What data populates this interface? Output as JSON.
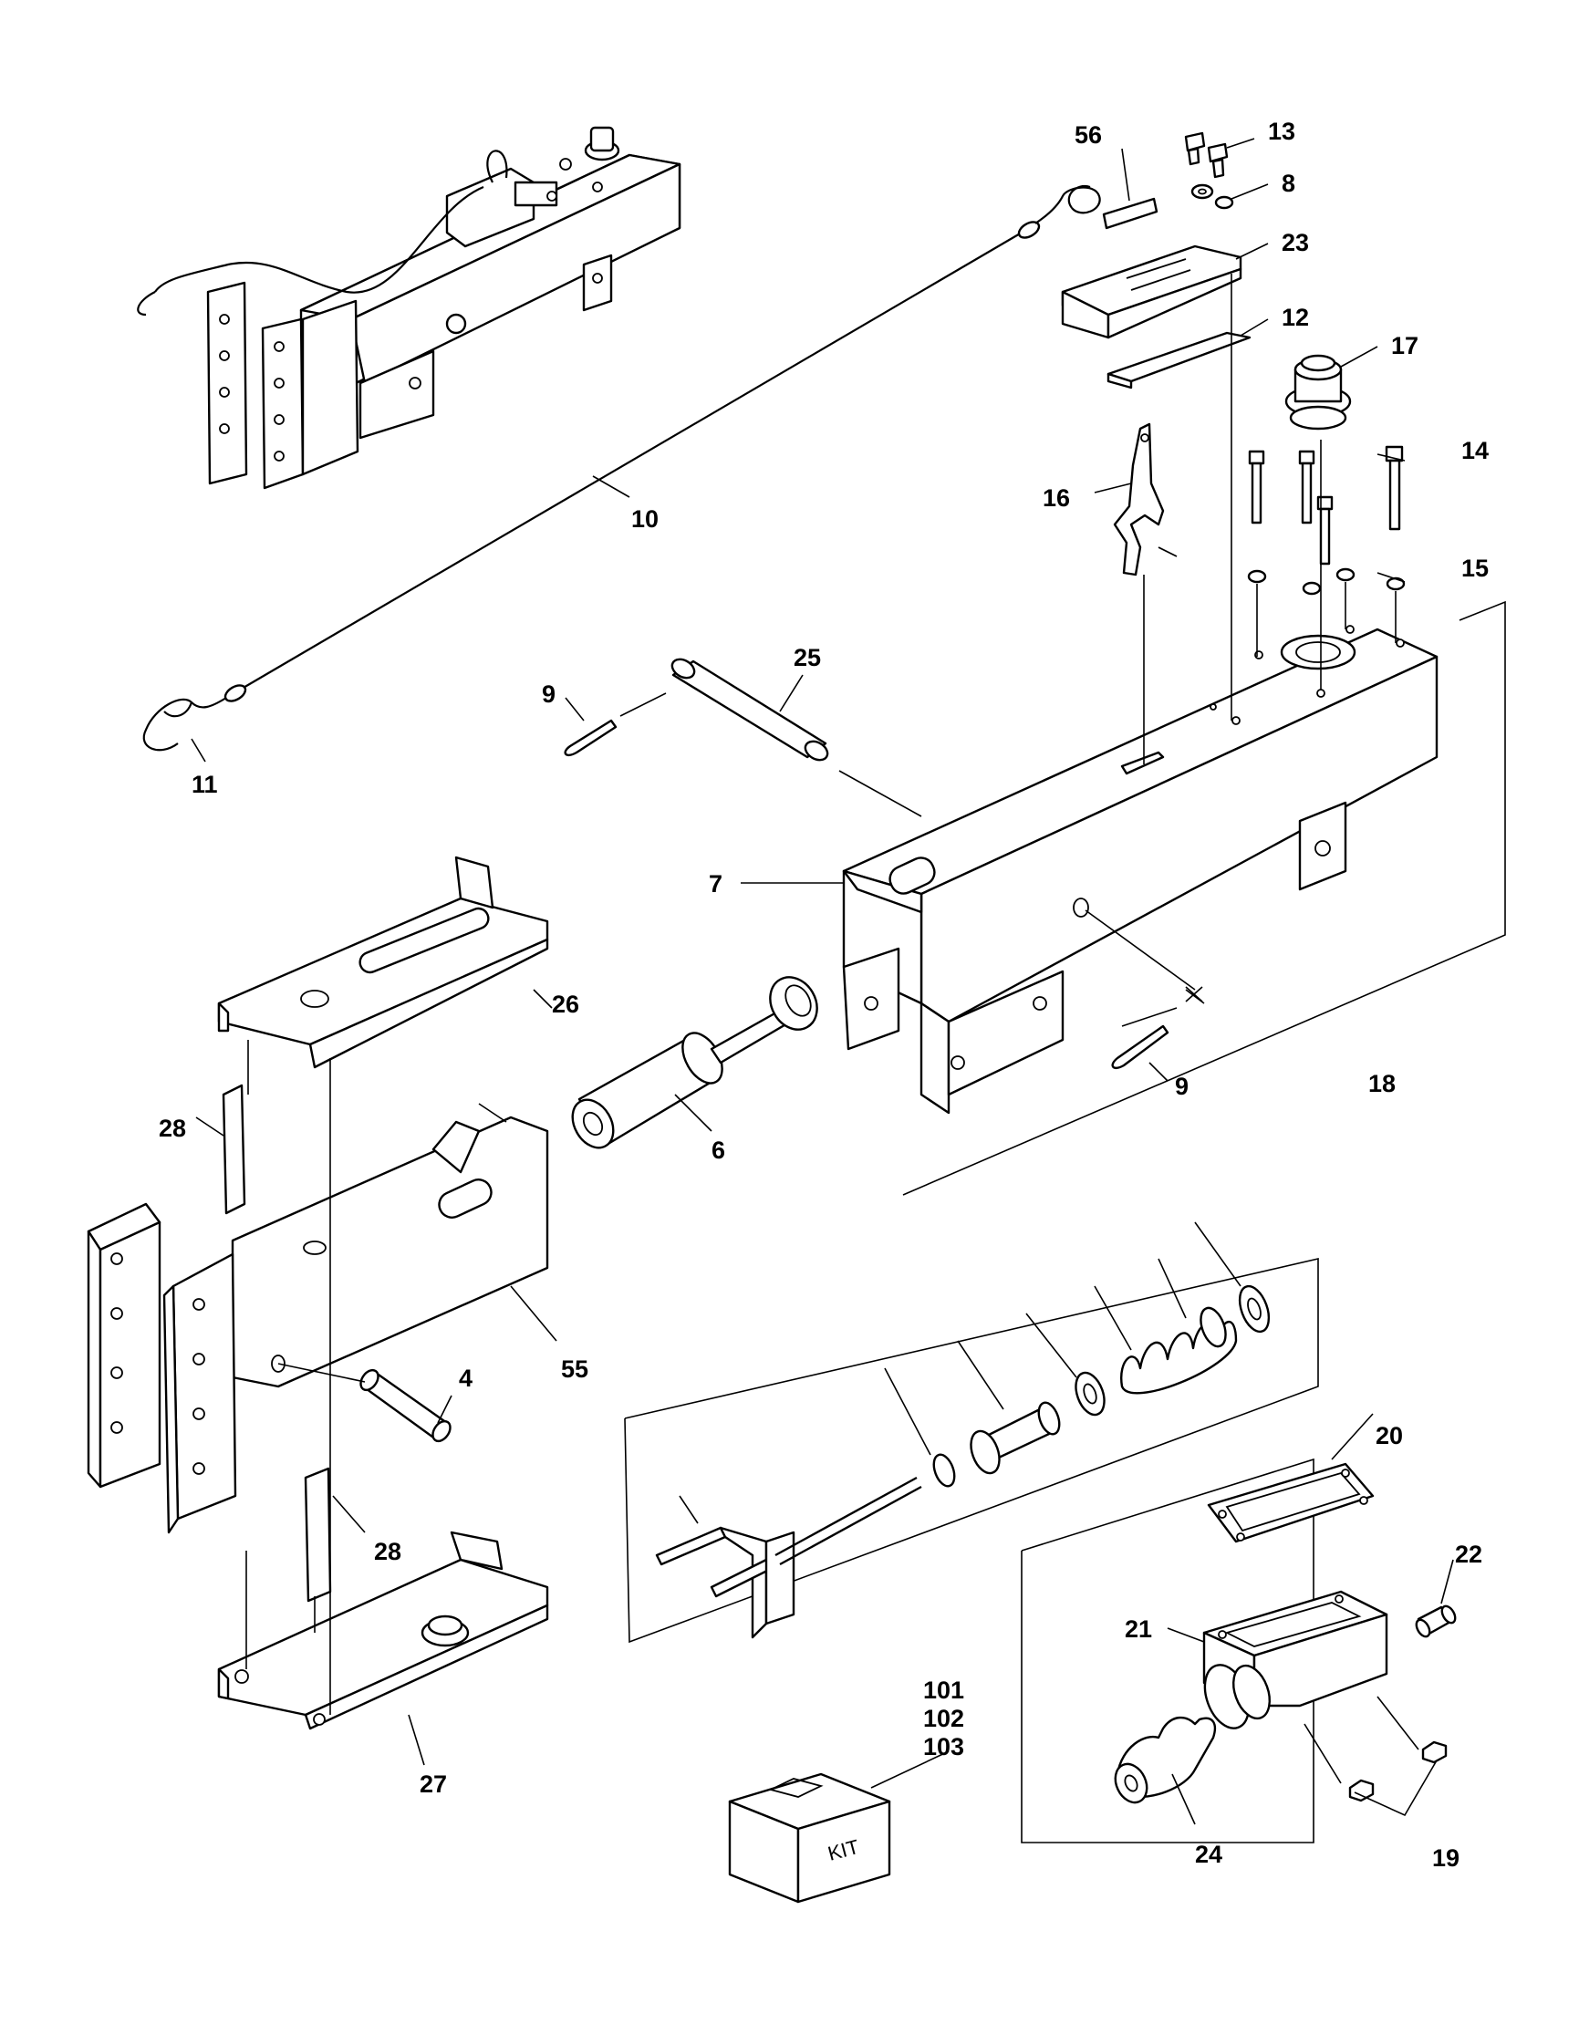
{
  "colors": {
    "line": "#000000",
    "background": "#ffffff"
  },
  "callouts": [
    {
      "id": "c4",
      "text": "4"
    },
    {
      "id": "c6",
      "text": "6"
    },
    {
      "id": "c7",
      "text": "7"
    },
    {
      "id": "c8",
      "text": "8"
    },
    {
      "id": "c9a",
      "text": "9"
    },
    {
      "id": "c9b",
      "text": "9"
    },
    {
      "id": "c10",
      "text": "10"
    },
    {
      "id": "c11",
      "text": "11"
    },
    {
      "id": "c12",
      "text": "12"
    },
    {
      "id": "c13",
      "text": "13"
    },
    {
      "id": "c14",
      "text": "14"
    },
    {
      "id": "c15",
      "text": "15"
    },
    {
      "id": "c16",
      "text": "16"
    },
    {
      "id": "c17",
      "text": "17"
    },
    {
      "id": "c18",
      "text": "18"
    },
    {
      "id": "c19",
      "text": "19"
    },
    {
      "id": "c20",
      "text": "20"
    },
    {
      "id": "c21",
      "text": "21"
    },
    {
      "id": "c22",
      "text": "22"
    },
    {
      "id": "c23",
      "text": "23"
    },
    {
      "id": "c24",
      "text": "24"
    },
    {
      "id": "c25",
      "text": "25"
    },
    {
      "id": "c26",
      "text": "26"
    },
    {
      "id": "c27",
      "text": "27"
    },
    {
      "id": "c28a",
      "text": "28"
    },
    {
      "id": "c28b",
      "text": "28"
    },
    {
      "id": "c55",
      "text": "55"
    },
    {
      "id": "c56",
      "text": "56"
    },
    {
      "id": "c101",
      "text": "101"
    },
    {
      "id": "c102",
      "text": "102"
    },
    {
      "id": "c103",
      "text": "103"
    }
  ],
  "kit_box_text": "KIT"
}
